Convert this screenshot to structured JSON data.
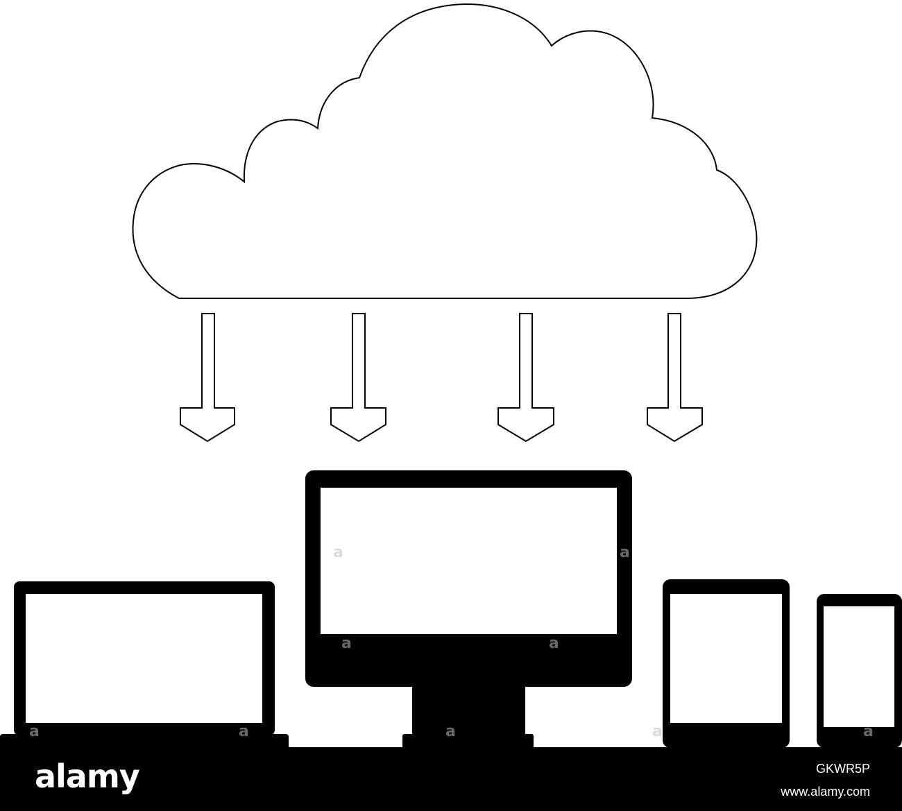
{
  "watermark": {
    "glyph": "a"
  },
  "footer": {
    "logo": "alamy",
    "image_id": "GKWR5P",
    "url": "www.alamy.com"
  },
  "colors": {
    "background": "#ffffff",
    "ink": "#000000",
    "watermark": "#bebebe"
  },
  "icons": [
    "cloud-icon",
    "down-arrow-icon",
    "laptop-icon",
    "monitor-icon",
    "tablet-icon",
    "phone-icon"
  ]
}
